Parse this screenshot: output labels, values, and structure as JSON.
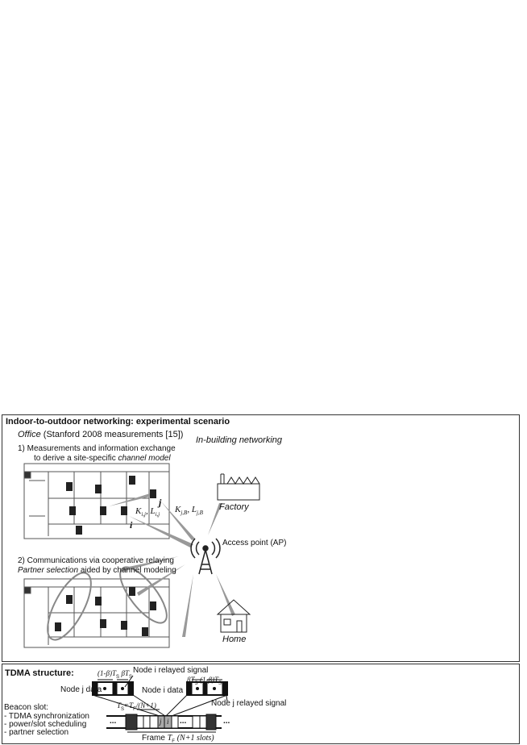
{
  "scenario": {
    "title": "Indoor-to-outdoor networking: experimental scenario",
    "office_label": "Office",
    "office_source": "(Stanford 2008 measurements [15])",
    "in_building_label": "In-building networking",
    "step1_line1": "1) Measurements and information exchange",
    "step1_line2_prefix": "to derive a site-specific",
    "step1_line2_emph": "channel model",
    "node_j": "j",
    "node_i": "i",
    "link_ij": "K",
    "link_ij_sub": "i,j",
    "link_ij_sep": ", L",
    "link_ij_sub2": "i,j",
    "link_jb": "K",
    "link_jb_sub": "j,B",
    "link_jb_sep": ", L",
    "link_jb_sub2": "j,B",
    "factory_label": "Factory",
    "ap_label": "Access point (AP)",
    "step2_line1": "2) Communications via cooperative relaying",
    "step2_line2_emph": "Partner selection",
    "step2_line2_rest": "aided by channel modeling",
    "home_label": "Home"
  },
  "tdma": {
    "title": "TDMA structure:",
    "node_j_data_left": "Node j data",
    "node_i_relayed": "Node i relayed signal",
    "beta_ts_left": "(1-β)T",
    "beta_ts_left_sub": "S",
    "beta_ts_right": "βT",
    "beta_ts_right_sub": "S",
    "node_i_data": "Node i data",
    "beta_ts_right2": "βT",
    "beta_ts_right2_sub": "S",
    "beta_ts_left2": "(1-β)T",
    "beta_ts_left2_sub": "S",
    "node_j_relayed": "Node j relayed signal",
    "ts_eq": "T",
    "ts_eq_sub": "S",
    "ts_eq_rest": "=T",
    "ts_eq_sub2": "F",
    "ts_eq_tail": "/(N+1)",
    "beacon_title": "Beacon slot:",
    "beacon_items": [
      "- TDMA synchronization",
      "- power/slot scheduling",
      "- partner selection"
    ],
    "dots": "...",
    "slot_i": "i",
    "slot_j": "j",
    "frame_prefix": "Frame",
    "frame_tf": "T",
    "frame_tf_sub": "F",
    "frame_rest": "(N+1  slots)"
  }
}
